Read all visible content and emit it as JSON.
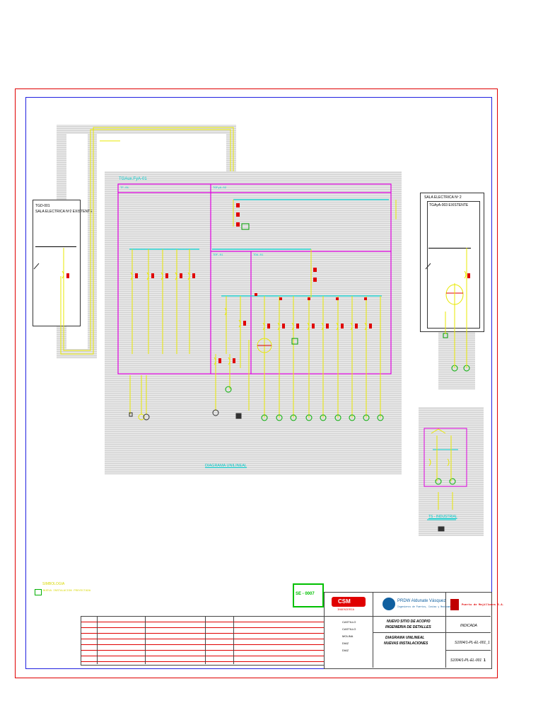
{
  "main": {
    "board_title": "TGAux.FyA-01",
    "sub1": "TF-01",
    "sub2": "TGFyA-02",
    "sub3": "TDF-01",
    "sub4": "TDA-01",
    "diagram_label": "DIAGRAMA UNILINEAL"
  },
  "left_room": {
    "line1": "TGD-001",
    "line2": "SALA ELECTRICA Nº2 EXISTENTE"
  },
  "right_room": {
    "line1": "SALA ELECTRICA Nº 2",
    "line2": "TGAyA-003 EXISTENTE"
  },
  "transformer_box": {
    "label": "TS - INDUSTRIAL"
  },
  "legend": {
    "title": "SIMBOLOGIA",
    "item": "NUEVA INSTALACION PROYECTADA"
  },
  "stamp": "SE - 0007",
  "title_block": {
    "contractor_logo": "CSM",
    "contractor_sub": "INGENIERIA",
    "consultant_name": "PRDW Aldunate Vásquez",
    "consultant_sub": "Ingenieros de Puertos, Costas y Medioambiente",
    "client_name": "Puerto de Mejillones S.A.",
    "project_line1": "NUEVO SITIO DE ACOPIO",
    "project_line2": "INGENIERIA DE DETALLES",
    "drawing_line1": "DIAGRAMA UNILINEAL",
    "drawing_line2": "NUEVAS INSTALACIONES",
    "scale": "INDICADA",
    "doc_no_1": "S1004/1-PL-EL-001_1",
    "doc_no_2": "S1004/1-PL-EL-001",
    "revision": "1",
    "people": [
      "CASTILLO",
      "CASTILLO",
      "MOLINA",
      "DIAZ",
      "DIAZ"
    ]
  }
}
